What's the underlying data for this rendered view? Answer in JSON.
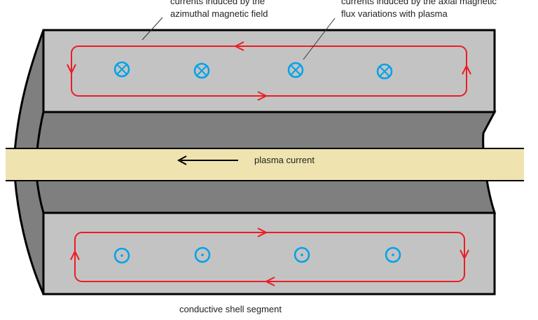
{
  "labels": {
    "azimuthal_line1": "currents induced by the",
    "azimuthal_line2": "azimuthal magnetic field",
    "axial_line1": "currents induced by the axial magnetic",
    "axial_line2": "flux variations with plasma",
    "plasma_current": "plasma current",
    "shell_segment": "conductive shell segment"
  },
  "colors": {
    "shell_face": "#c3c3c3",
    "shell_side": "#7f7f7f",
    "plasma": "#efe4b0",
    "current_loop": "#ed1c24",
    "field_symbol": "#00a2e8"
  },
  "symbols": {
    "top_segment": [
      "into-page-icon",
      "into-page-icon",
      "into-page-icon",
      "into-page-icon"
    ],
    "bottom_segment": [
      "out-of-page-icon",
      "out-of-page-icon",
      "out-of-page-icon",
      "out-of-page-icon"
    ]
  }
}
